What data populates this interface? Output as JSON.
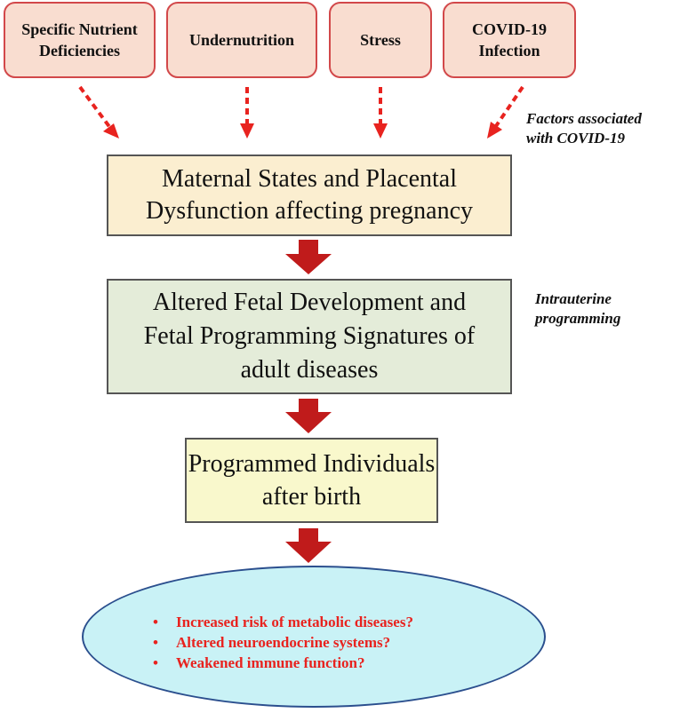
{
  "factors": [
    {
      "label": "Specific Nutrient\nDeficiencies"
    },
    {
      "label": "Undernutrition"
    },
    {
      "label": "Stress"
    },
    {
      "label": "COVID-19\nInfection"
    }
  ],
  "notes": {
    "covid_factors": "Factors associated\nwith COVID-19",
    "intrauterine": "Intrauterine\nprogramming"
  },
  "boxes": {
    "maternal": "Maternal States and Placental\nDysfunction affecting pregnancy",
    "fetal": "Altered Fetal Development and\nFetal Programming Signatures of\nadult diseases",
    "programmed": "Programmed Individuals\nafter birth"
  },
  "outcomes": [
    "Increased risk of metabolic diseases?",
    "Altered neuroendocrine systems?",
    "Weakened immune function?"
  ],
  "colors": {
    "factor_fill": "#f9ddd0",
    "factor_border": "#d2484a",
    "dashed_arrow": "#e8231f",
    "block_arrow": "#c01b1b",
    "maternal_fill": "#fbeed0",
    "fetal_fill": "#e4ecd9",
    "programmed_fill": "#f9f8cc",
    "ellipse_fill": "#c9f2f6",
    "outcome_text": "#e8231f"
  }
}
